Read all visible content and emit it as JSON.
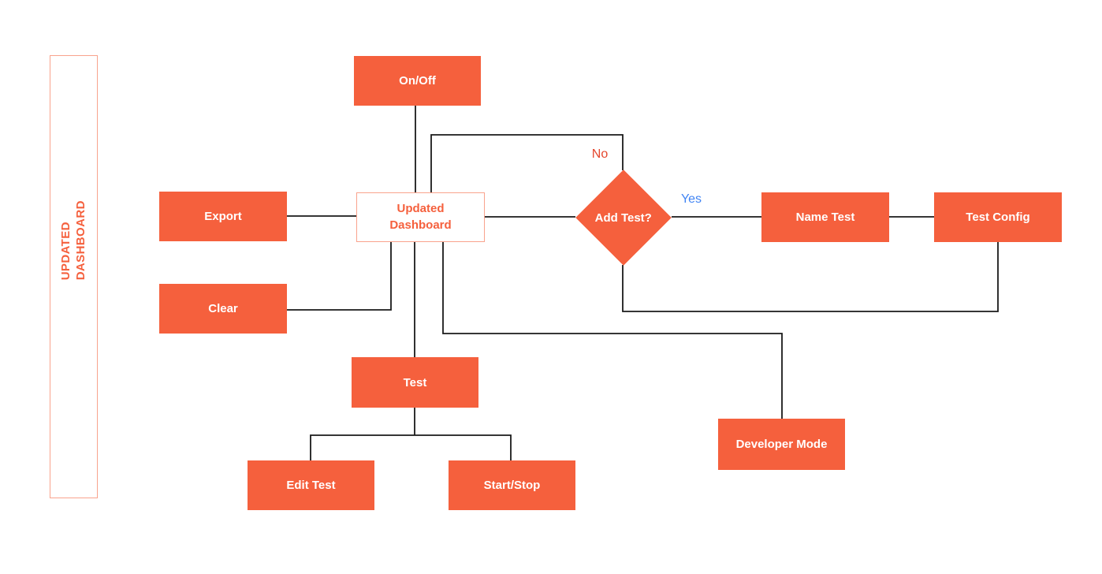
{
  "palette": {
    "background": "#FFFFFF",
    "node_fill": "#F5603D",
    "node_text": "#FFFFFF",
    "outline_border": "#F9A38D",
    "accent_text": "#F5603D",
    "no_label_color": "#E5472E",
    "yes_label_color": "#4285F4",
    "connector_color": "#1A1A1A"
  },
  "sidebar": {
    "label": "UPDATED\nDASHBOARD"
  },
  "nodes": {
    "on_off": {
      "label": "On/Off"
    },
    "updated_dashboard": {
      "label": "Updated Dashboard"
    },
    "export": {
      "label": "Export"
    },
    "clear": {
      "label": "Clear"
    },
    "add_test": {
      "label": "Add Test?"
    },
    "name_test": {
      "label": "Name Test"
    },
    "test_config": {
      "label": "Test Config"
    },
    "test": {
      "label": "Test"
    },
    "edit_test": {
      "label": "Edit Test"
    },
    "start_stop": {
      "label": "Start/Stop"
    },
    "developer_mode": {
      "label": "Developer Mode"
    }
  },
  "edge_labels": {
    "no": "No",
    "yes": "Yes"
  }
}
